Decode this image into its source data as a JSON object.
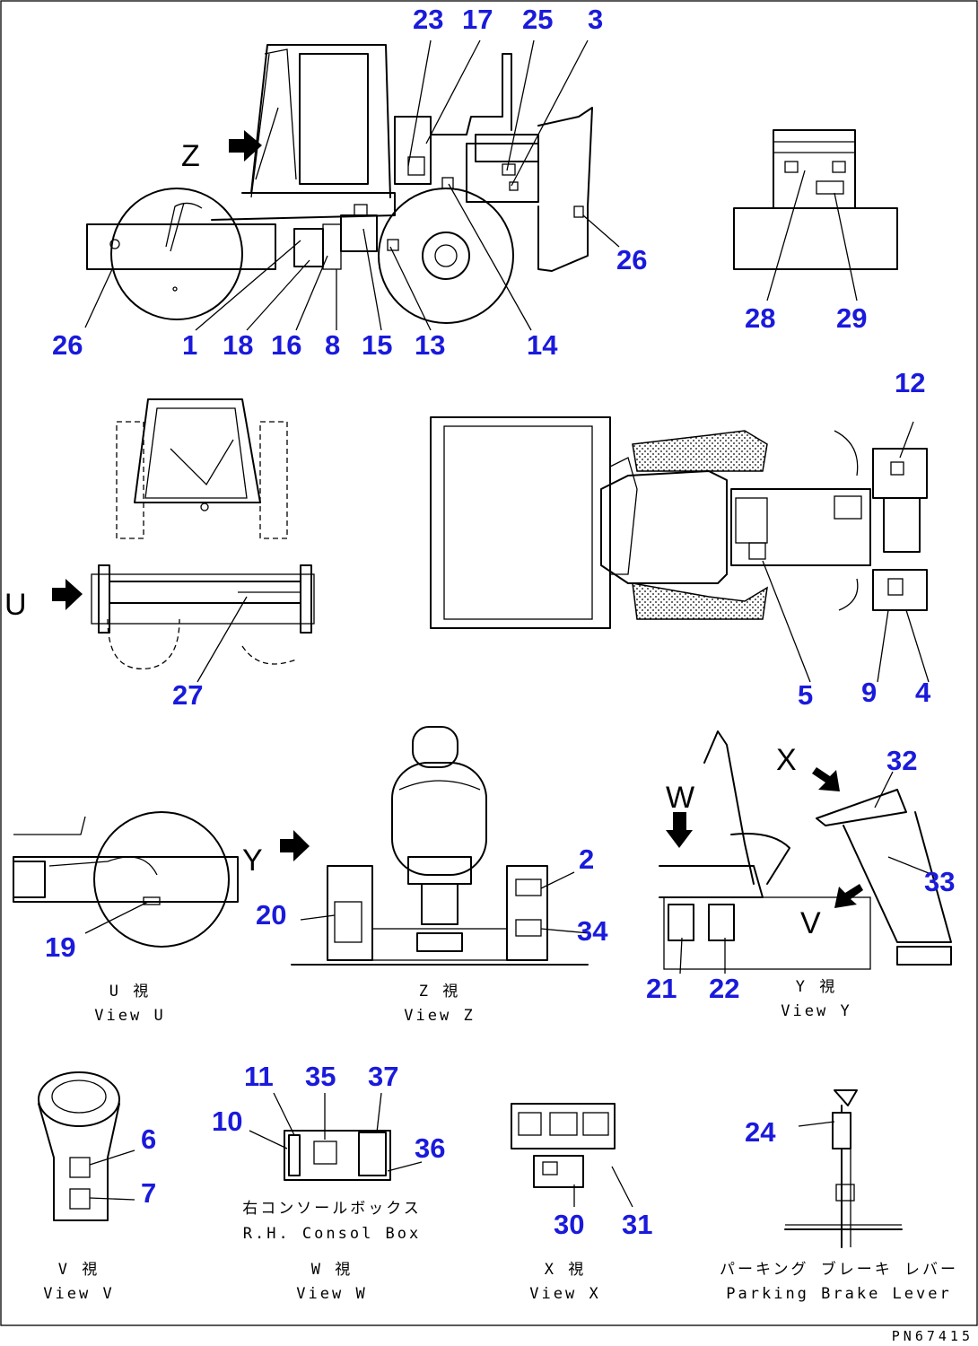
{
  "callouts": {
    "c1": "1",
    "c2": "2",
    "c3": "3",
    "c4": "4",
    "c5": "5",
    "c6": "6",
    "c7": "7",
    "c8": "8",
    "c9": "9",
    "c10": "10",
    "c11": "11",
    "c12": "12",
    "c13": "13",
    "c14": "14",
    "c15": "15",
    "c16": "16",
    "c17": "17",
    "c18": "18",
    "c19": "19",
    "c20": "20",
    "c21": "21",
    "c22": "22",
    "c23": "23",
    "c24": "24",
    "c25": "25",
    "c26a": "26",
    "c26b": "26",
    "c27": "27",
    "c28": "28",
    "c29": "29",
    "c30": "30",
    "c31": "31",
    "c32": "32",
    "c33": "33",
    "c34": "34",
    "c35": "35",
    "c36": "36",
    "c37": "37"
  },
  "view_letters": {
    "z": "Z",
    "u": "U",
    "y": "Y",
    "w": "W",
    "x": "X",
    "v": "V"
  },
  "captions": {
    "view_u": {
      "jp": "U 視",
      "en": "View U"
    },
    "view_z": {
      "jp": "Z 視",
      "en": "View Z"
    },
    "view_y": {
      "jp": "Y 視",
      "en": "View Y"
    },
    "view_v": {
      "jp": "V 視",
      "en": "View V"
    },
    "view_w": {
      "jp": "W 視",
      "en": "View W"
    },
    "view_x": {
      "jp": "X 視",
      "en": "View X"
    },
    "console": {
      "jp": "右コンソールボックス",
      "en": "R.H. Consol Box"
    },
    "parking": {
      "jp": "パーキング ブレーキ レバー",
      "en": "Parking Brake Lever"
    }
  },
  "drawing_no": "PN67415",
  "colors": {
    "callout": "#1a1adc",
    "line": "#000000"
  }
}
